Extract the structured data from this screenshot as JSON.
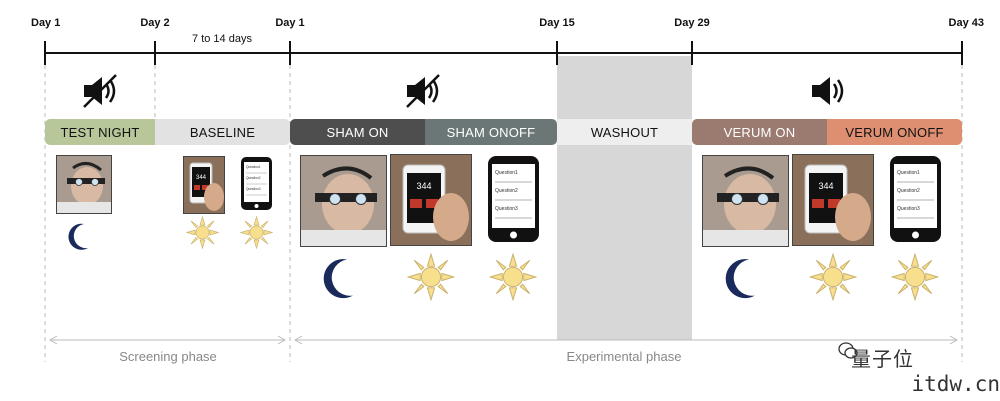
{
  "timeline": {
    "days": [
      {
        "label": "Day 1"
      },
      {
        "label": "Day 2"
      },
      {
        "label": "Day 1"
      },
      {
        "label": "Day 15"
      },
      {
        "label": "Day 29"
      },
      {
        "label": "Day 43"
      }
    ],
    "gap_label": "7 to 14 days"
  },
  "phases": {
    "test_night": "TEST NIGHT",
    "baseline": "BASELINE",
    "sham_on": "SHAM ON",
    "sham_onoff": "SHAM ONOFF",
    "washout": "WASHOUT",
    "verum_on": "VERUM ON",
    "verum_onoff": "VERUM ONOFF"
  },
  "colors": {
    "test_night": "#b7c79a",
    "baseline": "#e2e2e2",
    "sham_on": "#4e4e4e",
    "sham_onoff": "#6b7777",
    "washout": "#eeeeee",
    "verum_on": "#9b7a70",
    "verum_onoff": "#de8f72",
    "moon": "#1b2a5c",
    "sun": "#f7df8e",
    "timeline": "#111111",
    "washout_bg": "#d7d7d7"
  },
  "icons": {
    "muted_speaker_1": "speaker-muted-icon",
    "muted_speaker_2": "speaker-muted-icon",
    "speaker_on": "speaker-on-icon",
    "moon": "moon-icon",
    "sun": "sun-icon",
    "questionnaire": "phone-questionnaire-icon"
  },
  "phone_screen": {
    "number": "344",
    "questions": [
      "Question1",
      "Question2",
      "Question3"
    ]
  },
  "phase_labels": {
    "screening": "Screening phase",
    "experimental": "Experimental phase"
  },
  "watermark": {
    "brand": "量子位",
    "url": "itdw.cn"
  }
}
